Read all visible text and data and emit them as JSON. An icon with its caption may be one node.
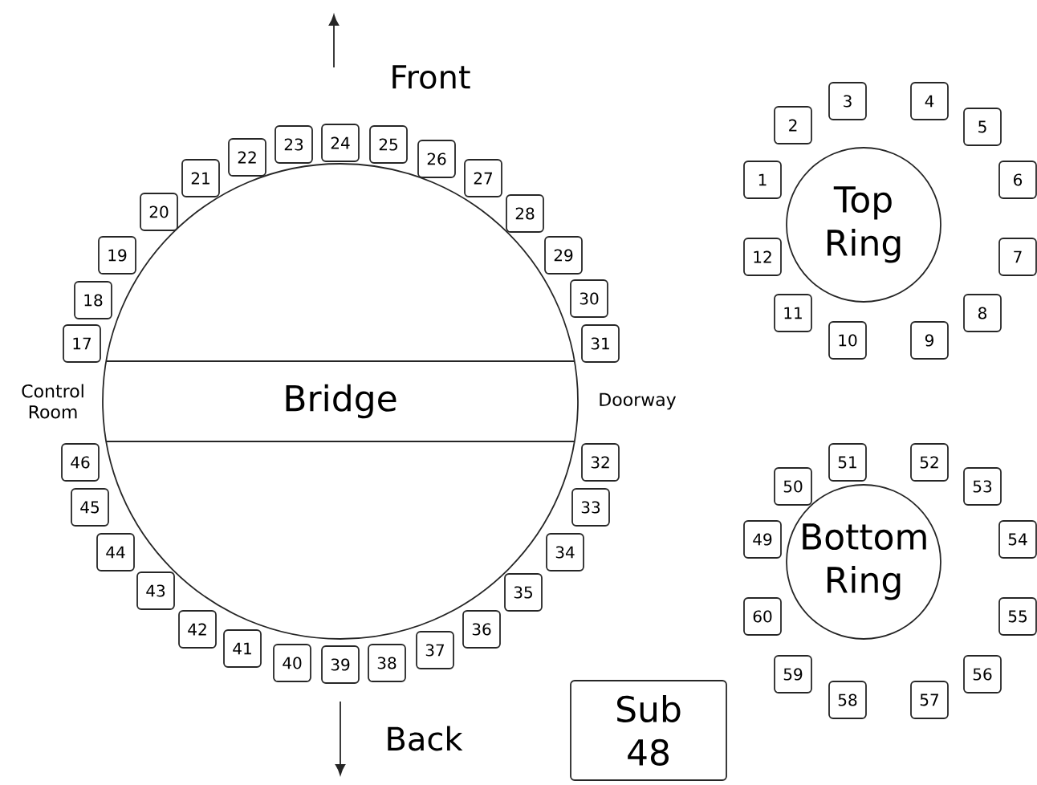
{
  "diagram": {
    "nodes": [
      {
        "text": [],
        "shape": "circle"
      },
      {
        "text": [
          "Bridge"
        ],
        "in": 0
      },
      {
        "text": [
          "17"
        ]
      },
      {
        "text": [
          "18"
        ]
      },
      {
        "text": [
          "19"
        ]
      },
      {
        "text": [
          "20"
        ]
      },
      {
        "text": [
          "21"
        ]
      },
      {
        "text": [
          "22"
        ]
      },
      {
        "text": [
          "23"
        ]
      },
      {
        "text": [
          "24"
        ]
      },
      {
        "text": [
          "25"
        ]
      },
      {
        "text": [
          "26"
        ]
      },
      {
        "text": [
          "27"
        ]
      },
      {
        "text": [
          "28"
        ]
      },
      {
        "text": [
          "29"
        ]
      },
      {
        "text": [
          "30"
        ]
      },
      {
        "text": [
          "31"
        ]
      },
      {
        "text": [
          "32"
        ]
      },
      {
        "text": [
          "33"
        ]
      },
      {
        "text": [
          "34"
        ]
      },
      {
        "text": [
          "35"
        ]
      },
      {
        "text": [
          "36"
        ]
      },
      {
        "text": [
          "37"
        ]
      },
      {
        "text": [
          "38"
        ]
      },
      {
        "text": [
          "39"
        ]
      },
      {
        "text": [
          "40"
        ]
      },
      {
        "text": [
          "41"
        ]
      },
      {
        "text": [
          "42"
        ]
      },
      {
        "text": [
          "43"
        ]
      },
      {
        "text": [
          "44"
        ]
      },
      {
        "text": [
          "45"
        ]
      },
      {
        "text": [
          "46"
        ]
      },
      {
        "text": [
          "Top Ring"
        ]
      },
      {
        "text": [
          "1"
        ]
      },
      {
        "text": [
          "2"
        ]
      },
      {
        "text": [
          "3"
        ]
      },
      {
        "text": [
          "4"
        ]
      },
      {
        "text": [
          "5"
        ]
      },
      {
        "text": [
          "6"
        ]
      },
      {
        "text": [
          "7"
        ]
      },
      {
        "text": [
          "8"
        ]
      },
      {
        "text": [
          "9"
        ]
      },
      {
        "text": [
          "10"
        ]
      },
      {
        "text": [
          "11"
        ]
      },
      {
        "text": [
          "12"
        ]
      },
      {
        "text": [
          "Bottom Ring"
        ]
      },
      {
        "text": [
          "49"
        ]
      },
      {
        "text": [
          "50"
        ]
      },
      {
        "text": [
          "51"
        ]
      },
      {
        "text": [
          "52"
        ]
      },
      {
        "text": [
          "53"
        ]
      },
      {
        "text": [
          "54"
        ]
      },
      {
        "text": [
          "55"
        ]
      },
      {
        "text": [
          "56"
        ]
      },
      {
        "text": [
          "57"
        ]
      },
      {
        "text": [
          "58"
        ]
      },
      {
        "text": [
          "59"
        ]
      },
      {
        "text": [
          "60"
        ]
      },
      {
        "text": [
          "Sub 48"
        ]
      }
    ],
    "labels": [
      "Front",
      "Control Room",
      "Doorway",
      "Back"
    ]
  }
}
